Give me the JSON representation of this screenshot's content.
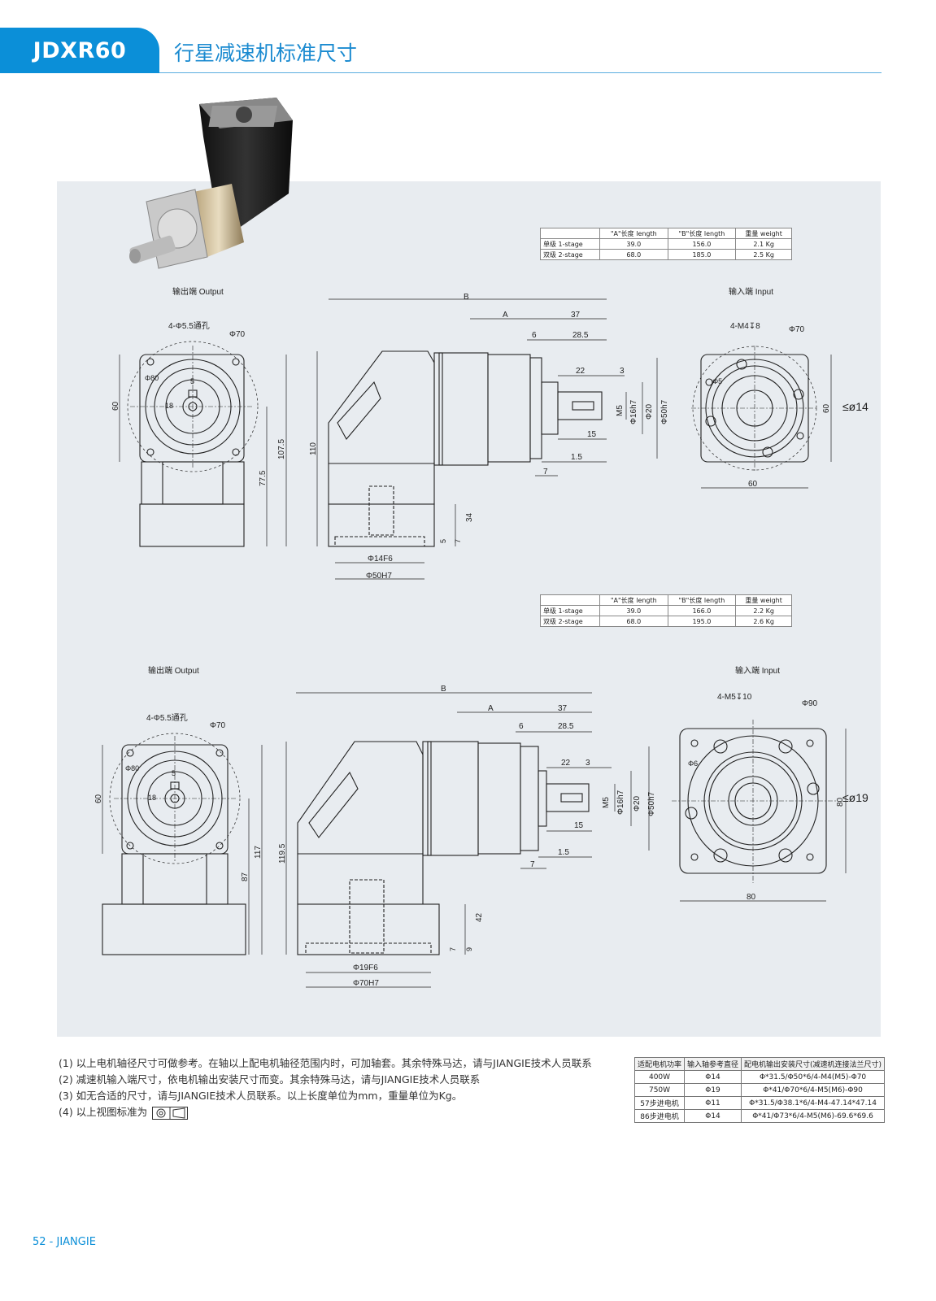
{
  "header": {
    "model": "JDXR60",
    "title": "行星减速机标准尺寸"
  },
  "colors": {
    "accent": "#0b8fd8",
    "panel": "#e8ecf0"
  },
  "table_top": {
    "headers": [
      "",
      "\"A\"长度 length",
      "\"B\"长度 length",
      "重量 weight"
    ],
    "rows": [
      [
        "单级 1-stage",
        "39.0",
        "156.0",
        "2.1 Kg"
      ],
      [
        "双级 2-stage",
        "68.0",
        "185.0",
        "2.5 Kg"
      ]
    ]
  },
  "table_bottom": {
    "headers": [
      "",
      "\"A\"长度 length",
      "\"B\"长度 length",
      "重量 weight"
    ],
    "rows": [
      [
        "单级 1-stage",
        "39.0",
        "166.0",
        "2.2 Kg"
      ],
      [
        "双级 2-stage",
        "68.0",
        "195.0",
        "2.6 Kg"
      ]
    ]
  },
  "drawing_top": {
    "output_label": "输出端 Output",
    "input_label": "输入端 Input",
    "holes_label": "4-Φ5.5通孔",
    "phi70": "Φ70",
    "phi80": "Φ80",
    "dim5": "5",
    "dim18": "18",
    "dim60": "60",
    "dim107_5": "107.5",
    "dim77_5": "77.5",
    "dimB": "B",
    "dimA": "A",
    "dim37": "37",
    "dim6": "6",
    "dim28_5": "28.5",
    "dim22": "22",
    "dim3": "3",
    "dimM5": "M5",
    "dim16h7": "Φ16h7",
    "dim20": "Φ20",
    "dim50h7": "Φ50h7",
    "dim15": "15",
    "dim1_5": "1.5",
    "dim7": "7",
    "dim110": "110",
    "dim34": "34",
    "dim5b": "5",
    "dim7b": "7",
    "phi14f6": "Φ14F6",
    "phi50H7": "Φ50H7",
    "input_holes": "4-M4↧8",
    "input_phi70": "Φ70",
    "input_phi5": "Φ5",
    "input_60a": "60",
    "input_60b": "60",
    "input_bore": "≤ø14"
  },
  "drawing_bottom": {
    "output_label": "输出端 Output",
    "input_label": "输入端 Input",
    "holes_label": "4-Φ5.5通孔",
    "phi70": "Φ70",
    "phi80": "Φ80",
    "dim5": "5",
    "dim18": "18",
    "dim60": "60",
    "dim117": "117",
    "dim87": "87",
    "dimB": "B",
    "dimA": "A",
    "dim37": "37",
    "dim6": "6",
    "dim28_5": "28.5",
    "dim22": "22",
    "dim3": "3",
    "dimM5": "M5",
    "dim16h7": "Φ16h7",
    "dim20": "Φ20",
    "dim50h7": "Φ50h7",
    "dim15": "15",
    "dim1_5": "1.5",
    "dim7": "7",
    "dim119_5": "119.5",
    "dim42": "42",
    "dim7b": "7",
    "dim9": "9",
    "phi19f6": "Φ19F6",
    "phi70H7": "Φ70H7",
    "input_holes": "4-M5↧10",
    "input_phi90": "Φ90",
    "input_phi6": "Φ6",
    "input_80a": "80",
    "input_80b": "80",
    "input_bore": "≤ø19"
  },
  "notes": [
    "(1) 以上电机轴径尺寸可做参考。在轴以上配电机轴径范围内时，可加轴套。其余特殊马达，请与JIANGIE技术人员联系",
    "(2) 减速机输入端尺寸，依电机输出安装尺寸而变。其余特殊马达，请与JIANGIE技术人员联系",
    "(3) 如无合适的尺寸，请与JIANGIE技术人员联系。以上长度单位为mm，重量单位为Kg。",
    "(4) 以上视图标准为"
  ],
  "motor_table": {
    "headers": [
      "适配电机功率",
      "输入轴参考直径",
      "配电机输出安装尺寸(减速机连接法兰尺寸)"
    ],
    "rows": [
      [
        "400W",
        "Φ14",
        "Φ*31.5/Φ50*6/4-M4(M5)-Φ70"
      ],
      [
        "750W",
        "Φ19",
        "Φ*41/Φ70*6/4-M5(M6)-Φ90"
      ],
      [
        "57步进电机",
        "Φ11",
        "Φ*31.5/Φ38.1*6/4-M4-47.14*47.14"
      ],
      [
        "86步进电机",
        "Φ14",
        "Φ*41/Φ73*6/4-M5(M6)-69.6*69.6"
      ]
    ]
  },
  "footer": "52 - JIANGIE"
}
